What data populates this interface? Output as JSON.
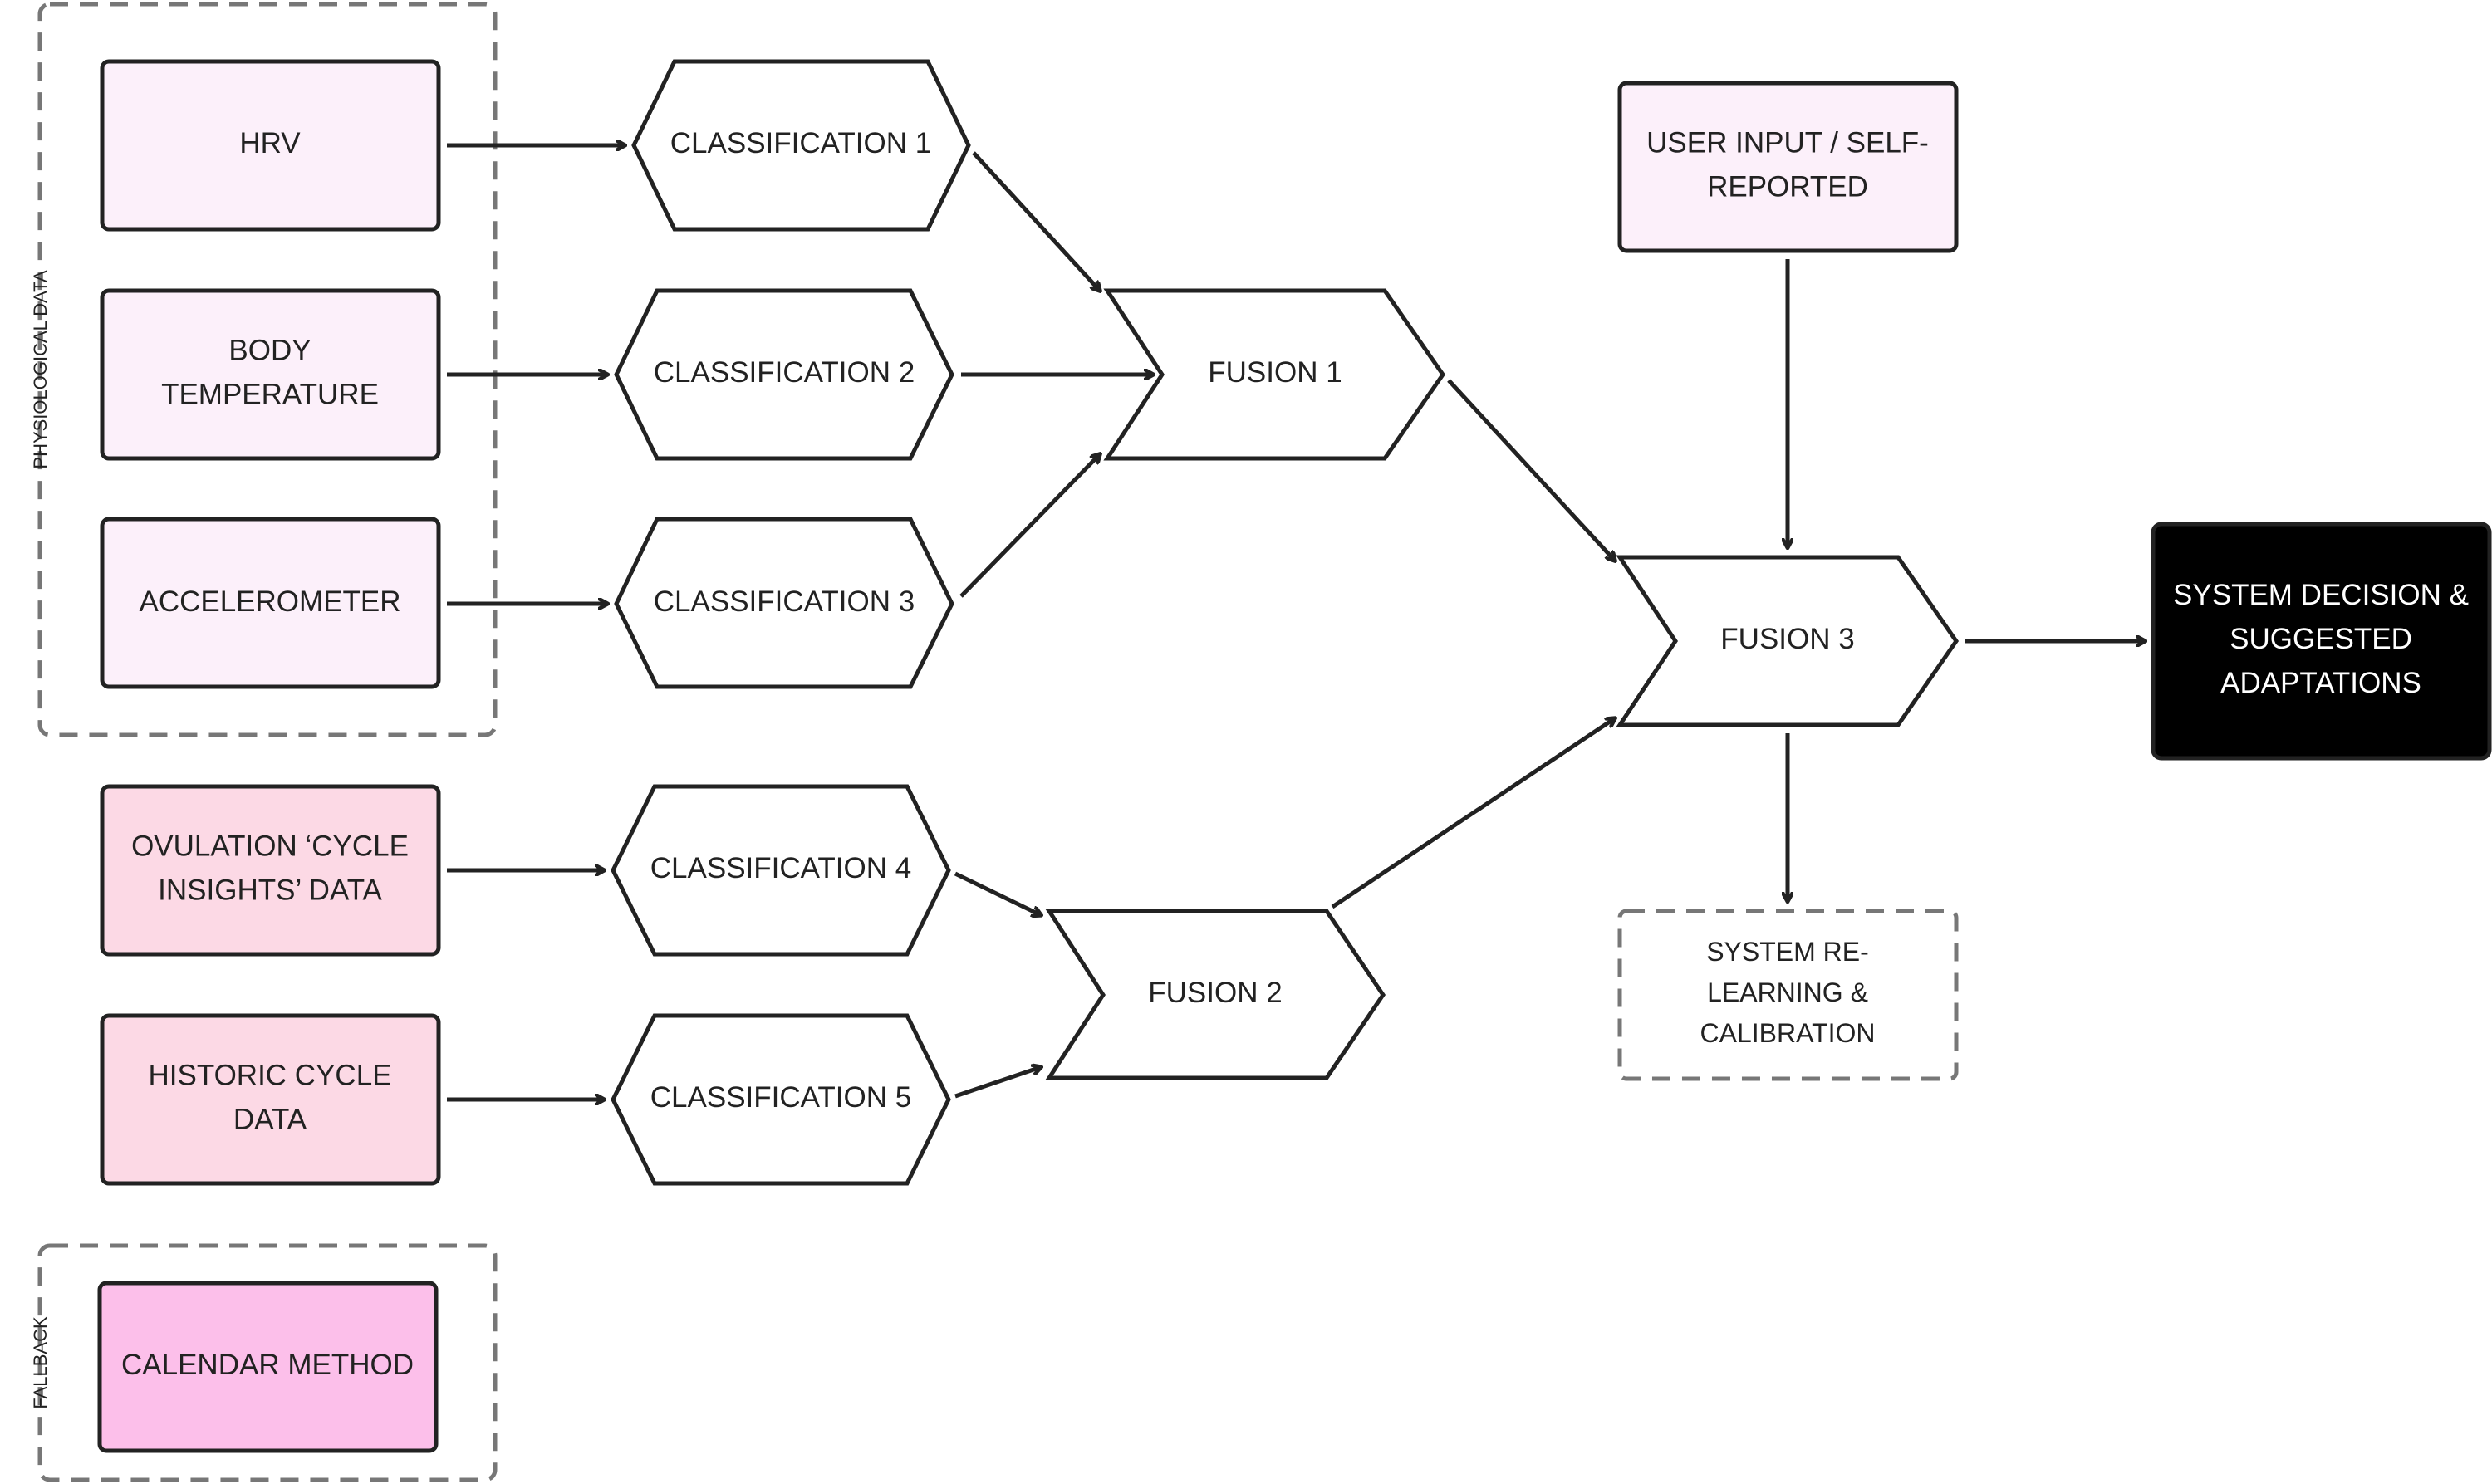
{
  "groups": {
    "physiological": "PHYSIOLOGICAL DATA",
    "fallback": "FALLBACK"
  },
  "inputs": {
    "hrv": [
      "HRV"
    ],
    "body_temperature": [
      "BODY",
      "TEMPERATURE"
    ],
    "accelerometer": [
      "ACCELEROMETER"
    ],
    "ovulation": [
      "OVULATION ‘CYCLE",
      "INSIGHTS’ DATA"
    ],
    "historic": [
      "HISTORIC CYCLE",
      "DATA"
    ],
    "calendar": [
      "CALENDAR METHOD"
    ],
    "user_input": [
      "USER INPUT / SELF-",
      "REPORTED"
    ]
  },
  "classifications": {
    "c1": [
      "CLASSIFICATION 1"
    ],
    "c2": [
      "CLASSIFICATION 2"
    ],
    "c3": [
      "CLASSIFICATION 3"
    ],
    "c4": [
      "CLASSIFICATION 4"
    ],
    "c5": [
      "CLASSIFICATION 5"
    ]
  },
  "fusions": {
    "f1": [
      "FUSION 1"
    ],
    "f2": [
      "FUSION 2"
    ],
    "f3": [
      "FUSION 3"
    ]
  },
  "outputs": {
    "decision": [
      "SYSTEM DECISION &",
      "SUGGESTED",
      "ADAPTATIONS"
    ],
    "relearning": [
      "SYSTEM RE-",
      "LEARNING &",
      "CALIBRATION"
    ]
  },
  "colors": {
    "light_pink": "#fcf0fa",
    "mid_pink": "#fcd9e5",
    "calendar_pink": "#fcbfea",
    "decision_bg": "#000000",
    "stroke": "#222222",
    "dashed": "#777777"
  }
}
